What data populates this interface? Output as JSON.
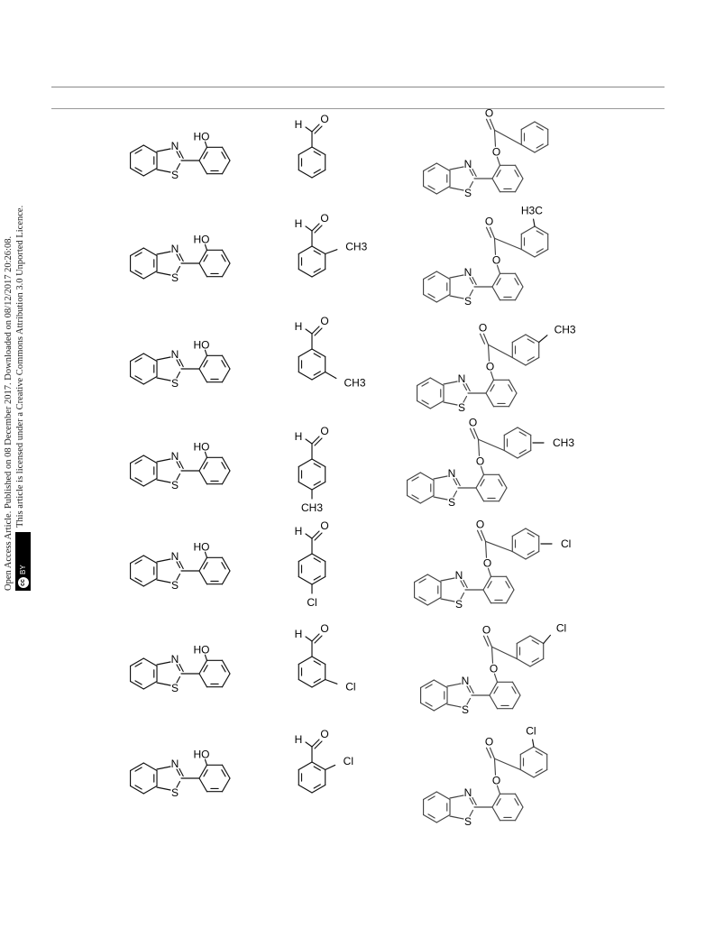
{
  "sidebar": {
    "line1": "Open Access Article. Published on 08 December 2017. Downloaded on 08/12/2017 20:26:08.",
    "line2": "This article is licensed under a Creative Commons Attribution 3.0 Unported Licence.",
    "badge_cc": "cc",
    "badge_by": "BY"
  },
  "atoms": {
    "N": "N",
    "S": "S",
    "HO": "HO",
    "H": "H",
    "O": "O",
    "CH3": "CH3",
    "H3C": "H3C",
    "Cl": "Cl"
  },
  "rows": [
    {
      "aldehyde_substituent": "H",
      "product_substituent": "H"
    },
    {
      "aldehyde_substituent": "2-CH3",
      "product_substituent": "2-CH3"
    },
    {
      "aldehyde_substituent": "3-CH3",
      "product_substituent": "3-CH3"
    },
    {
      "aldehyde_substituent": "4-CH3",
      "product_substituent": "4-CH3"
    },
    {
      "aldehyde_substituent": "4-Cl",
      "product_substituent": "4-Cl"
    },
    {
      "aldehyde_substituent": "3-Cl",
      "product_substituent": "3-Cl"
    },
    {
      "aldehyde_substituent": "2-Cl",
      "product_substituent": "2-Cl"
    }
  ]
}
